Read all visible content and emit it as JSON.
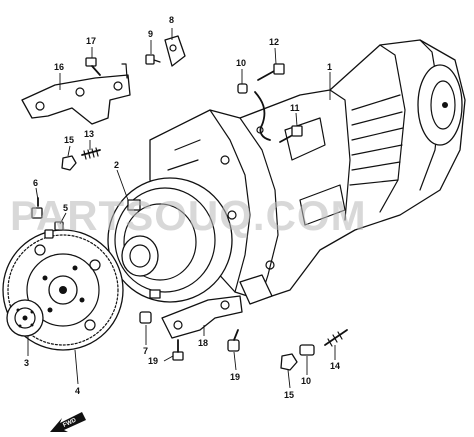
{
  "watermark": "PARTSOUQ.COM",
  "fwd_label": "FWD",
  "callouts": {
    "c1": "1",
    "c2": "2",
    "c3": "3",
    "c4": "4",
    "c5": "5",
    "c6": "6",
    "c7": "7",
    "c8": "8",
    "c9": "9",
    "c10a": "10",
    "c10b": "10",
    "c11": "11",
    "c12": "12",
    "c13": "13",
    "c14": "14",
    "c15a": "15",
    "c15b": "15",
    "c16": "16",
    "c17": "17",
    "c18": "18",
    "c19": "19"
  }
}
